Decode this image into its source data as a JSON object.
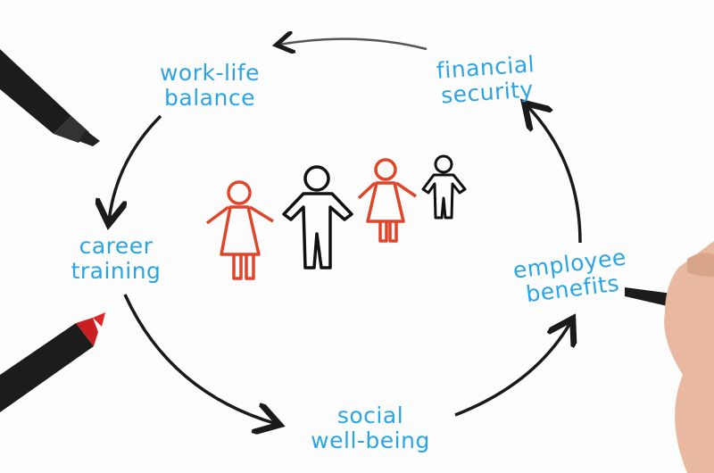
{
  "diagram": {
    "nodes": [
      {
        "line1": "work-life",
        "line2": "balance"
      },
      {
        "line1": "financial",
        "line2": "security"
      },
      {
        "line1": "employee",
        "line2": "benefits"
      },
      {
        "line1": "social",
        "line2": "well-being"
      },
      {
        "line1": "career",
        "line2": "training"
      }
    ],
    "colors": {
      "text": "#2aa4e4",
      "arrow": "#1a1a1a",
      "red_figure": "#e0452a",
      "black_figure": "#111111"
    }
  }
}
